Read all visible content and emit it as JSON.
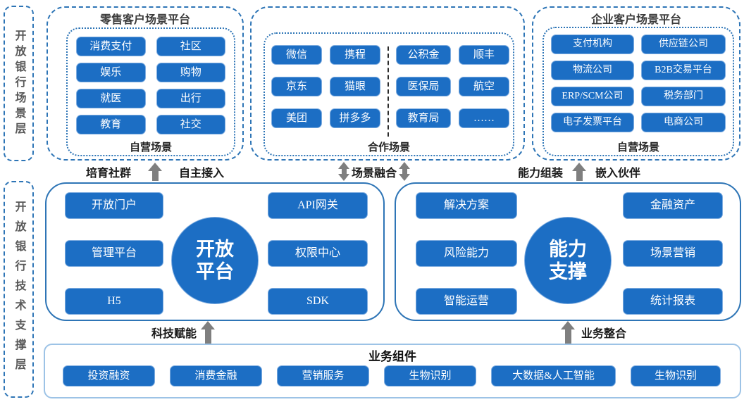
{
  "layer_labels": {
    "scene": "开放银行场景层",
    "tech": "开放银行技术支撑层"
  },
  "retail_platform": {
    "title": "零售客户场景平台",
    "items": [
      "消费支付",
      "社区",
      "娱乐",
      "购物",
      "就医",
      "出行",
      "教育",
      "社交"
    ],
    "caption": "自营场景"
  },
  "coop_scene": {
    "left_items": [
      "微信",
      "携程",
      "京东",
      "猫眼",
      "美团",
      "拼多多"
    ],
    "right_items": [
      "公积金",
      "顺丰",
      "医保局",
      "航空",
      "教育局",
      "……"
    ],
    "caption": "合作场景"
  },
  "enterprise_platform": {
    "title": "企业客户场景平台",
    "items": [
      "支付机构",
      "供应链公司",
      "物流公司",
      "B2B交易平台",
      "ERP/SCM公司",
      "税务部门",
      "电子发票平台",
      "电商公司"
    ],
    "caption": "自营场景"
  },
  "flow_row1": {
    "left_group": {
      "left_label": "培育社群",
      "right_label": "自主接入"
    },
    "center_group": {
      "label": "场景融合"
    },
    "right_group": {
      "left_label": "能力组装",
      "right_label": "嵌入伙伴"
    }
  },
  "open_platform": {
    "left_items": [
      "开放门户",
      "管理平台",
      "H5"
    ],
    "right_items": [
      "API网关",
      "权限中心",
      "SDK"
    ],
    "circle_lines": [
      "开放",
      "平台"
    ]
  },
  "capability_support": {
    "left_items": [
      "解决方案",
      "风险能力",
      "智能运营"
    ],
    "right_items": [
      "金融资产",
      "场景营销",
      "统计报表"
    ],
    "circle_lines": [
      "能力",
      "支撑"
    ]
  },
  "flow_row2": {
    "left_label": "科技赋能",
    "right_label": "业务整合"
  },
  "business_components": {
    "title": "业务组件",
    "items": [
      "投资融资",
      "消费金融",
      "营销服务",
      "生物识别",
      "大数据&人工智能",
      "生物识别"
    ]
  },
  "colors": {
    "node_blue": "#1C6EC4",
    "border_blue": "#2E75B6",
    "light_blue_border": "#9DC3E6",
    "arrow_gray": "#7F7F7F",
    "side_label_gray": "#595959"
  }
}
